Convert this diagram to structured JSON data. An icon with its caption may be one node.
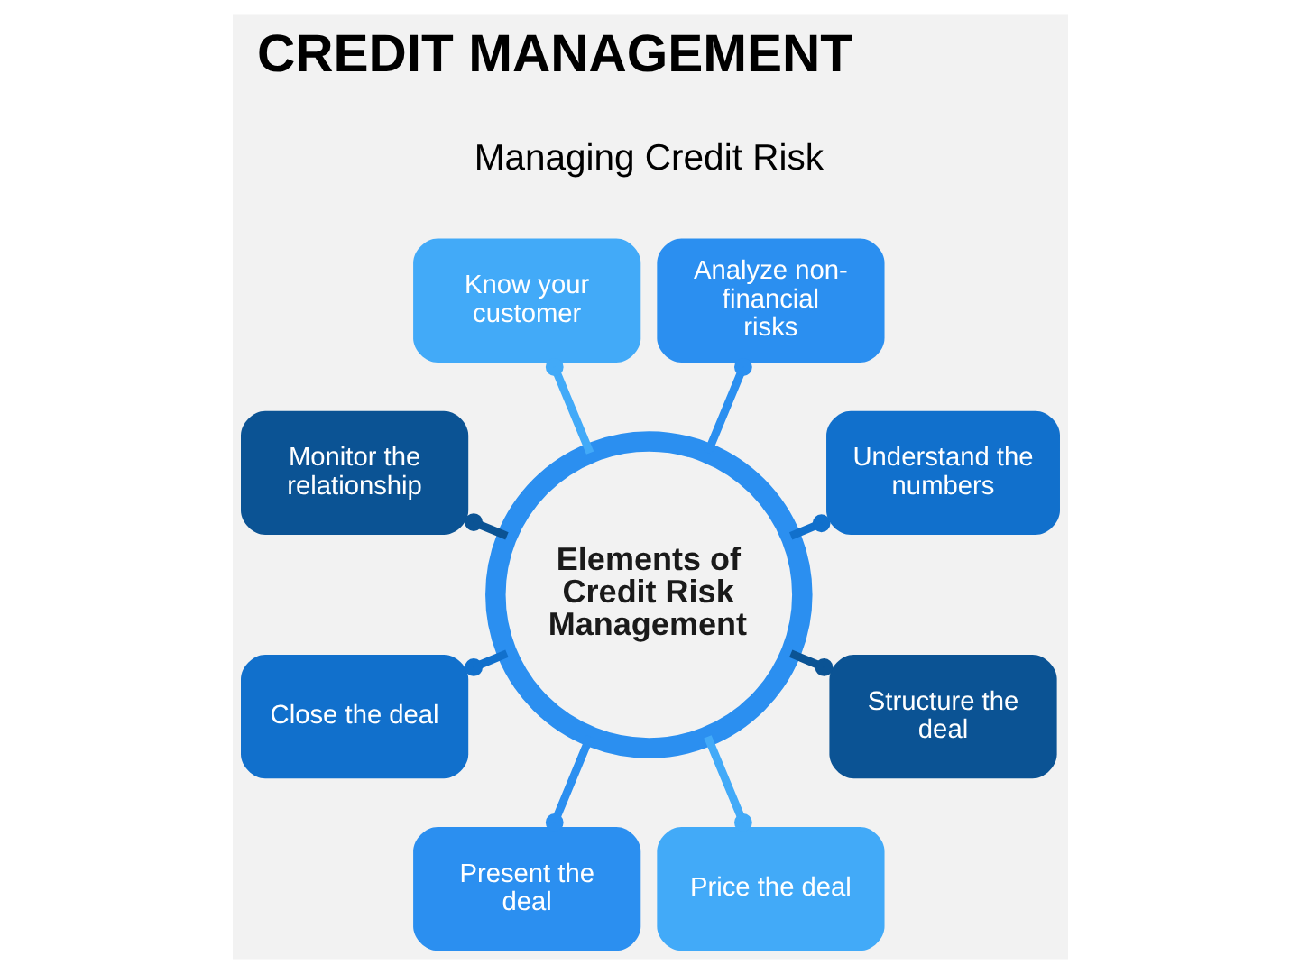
{
  "diagram": {
    "title": "CREDIT MANAGEMENT",
    "nodes": [
      {
        "text": [
          "Know your customer"
        ]
      },
      {
        "text": [
          "Monitor the relationship"
        ]
      },
      {
        "text": [
          "Analyze non-financial risks"
        ]
      },
      {
        "text": [
          "Close the deal"
        ]
      },
      {
        "text": [
          "Elements of Credit Risk Management"
        ]
      },
      {
        "text": [
          "Understand the numbers"
        ]
      },
      {
        "text": [
          "Present the deal"
        ]
      },
      {
        "text": [
          "Structure the deal"
        ]
      },
      {
        "text": [
          "Price the deal"
        ]
      }
    ],
    "edges": [
      {
        "from": 4,
        "to": 0,
        "arrow": "other",
        "color": "#42aaf8"
      },
      {
        "from": 4,
        "to": 2,
        "arrow": "other",
        "color": "#2b8ff0"
      },
      {
        "from": 4,
        "to": 5,
        "arrow": "other",
        "color": "#1170cc"
      },
      {
        "from": 4,
        "to": 7,
        "arrow": "other",
        "color": "#0b5394"
      },
      {
        "from": 4,
        "to": 8,
        "arrow": "other",
        "color": "#42aaf8"
      },
      {
        "from": 4,
        "to": 6,
        "arrow": "other",
        "color": "#2b8ff0"
      },
      {
        "from": 4,
        "to": 3,
        "arrow": "other",
        "color": "#1170cc"
      },
      {
        "from": 4,
        "to": 1,
        "arrow": "other",
        "color": "#0b5394"
      }
    ],
    "labels": [
      "Managing Credit Risk"
    ]
  }
}
